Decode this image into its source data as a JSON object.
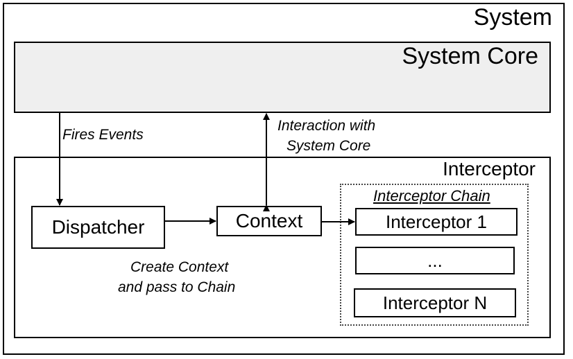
{
  "system": {
    "label": "System"
  },
  "system_core": {
    "label": "System Core"
  },
  "interceptor": {
    "label": "Interceptor"
  },
  "chain": {
    "title": "Interceptor Chain",
    "items": [
      "Interceptor 1",
      "...",
      "Interceptor N"
    ]
  },
  "dispatcher": {
    "label": "Dispatcher"
  },
  "context": {
    "label": "Context"
  },
  "annotations": {
    "fires_events": "Fires Events",
    "interaction_line1": "Interaction with",
    "interaction_line2": "System Core",
    "create_line1": "Create Context",
    "create_line2": "and pass to Chain"
  }
}
